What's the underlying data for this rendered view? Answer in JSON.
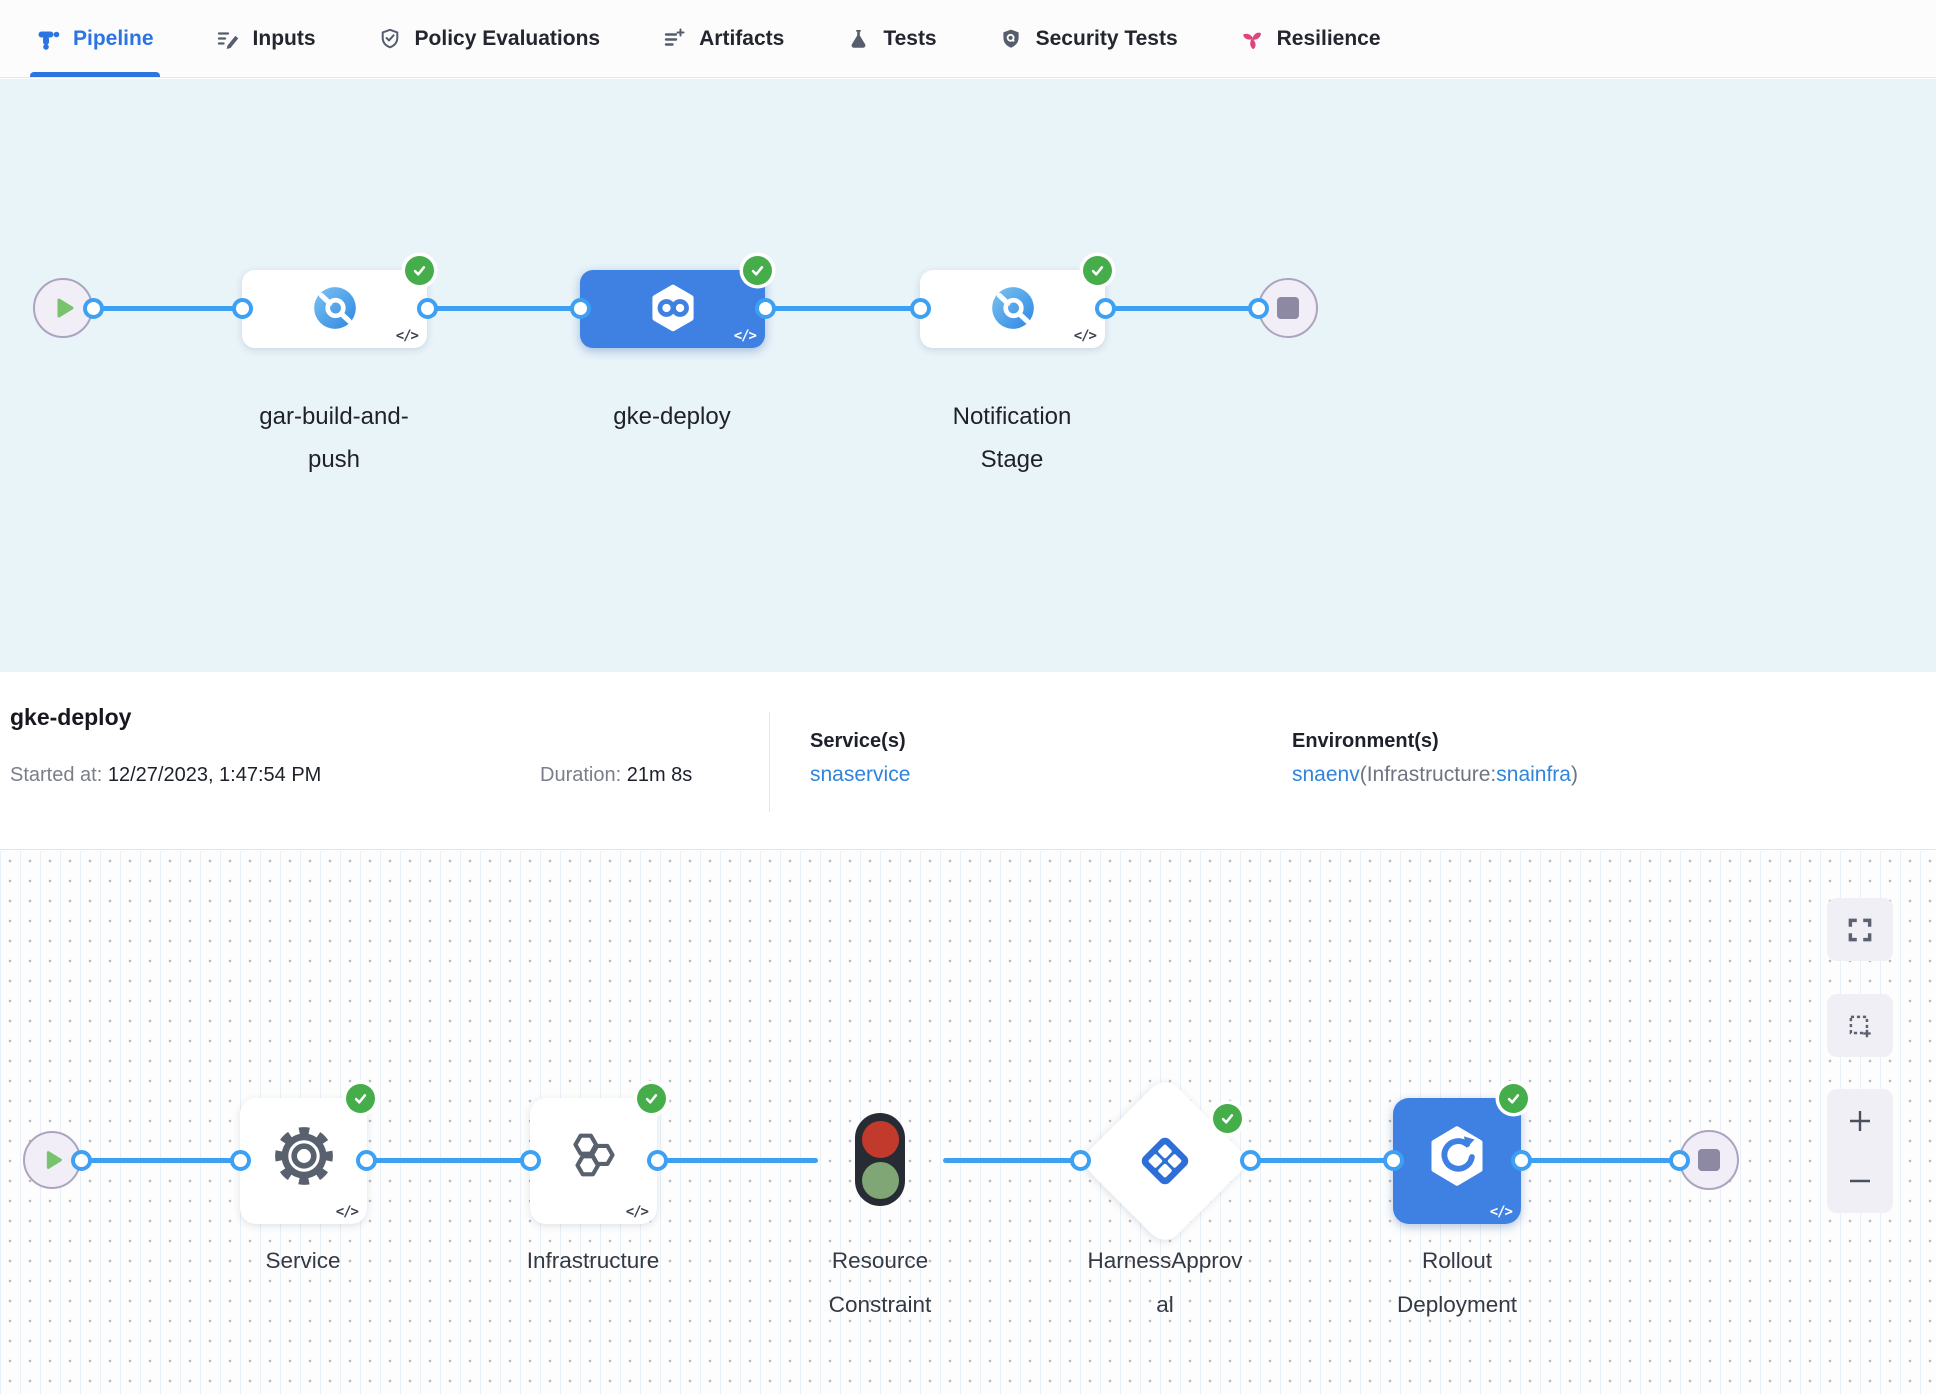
{
  "tab_bar": {
    "tabs": [
      {
        "label": "Pipeline",
        "icon": "pipeline-icon",
        "active": true
      },
      {
        "label": "Inputs",
        "icon": "inputs-icon",
        "active": false
      },
      {
        "label": "Policy Evaluations",
        "icon": "policy-evaluations-icon",
        "active": false
      },
      {
        "label": "Artifacts",
        "icon": "artifacts-icon",
        "active": false
      },
      {
        "label": "Tests",
        "icon": "tests-icon",
        "active": false
      },
      {
        "label": "Security Tests",
        "icon": "security-tests-icon",
        "active": false
      },
      {
        "label": "Resilience",
        "icon": "resilience-icon",
        "active": false
      }
    ]
  },
  "stage_pipeline": {
    "stages": [
      {
        "name": "gar-build-and-push",
        "label_line1": "gar-build-and-",
        "label_line2": "push",
        "icon": "build-stage-icon",
        "status": "success",
        "selected": false
      },
      {
        "name": "gke-deploy",
        "label_line1": "gke-deploy",
        "label_line2": "",
        "icon": "deploy-stage-icon",
        "status": "success",
        "selected": true
      },
      {
        "name": "Notification Stage",
        "label_line1": "Notification",
        "label_line2": "Stage",
        "icon": "custom-stage-icon",
        "status": "success",
        "selected": false
      }
    ]
  },
  "details_bar": {
    "title": "gke-deploy",
    "started_label": "Started at:",
    "started_value": "12/27/2023, 1:47:54 PM",
    "duration_label": "Duration:",
    "duration_value": "21m 8s",
    "services_label": "Service(s)",
    "services_value": "snaservice",
    "environments_label": "Environment(s)",
    "environment_link": "snaenv",
    "environment_infra_prefix": "(Infrastructure:",
    "environment_infra_link": "snainfra",
    "environment_suffix": ")"
  },
  "execution_graph": {
    "steps": [
      {
        "name": "Service",
        "label_line1": "Service",
        "label_line2": "",
        "icon": "gear-icon",
        "status": "success"
      },
      {
        "name": "Infrastructure",
        "label_line1": "Infrastructure",
        "label_line2": "",
        "icon": "hexagons-icon",
        "status": "success"
      },
      {
        "name": "Resource Constraint",
        "label_line1": "Resource",
        "label_line2": "Constraint",
        "icon": "traffic-light-icon",
        "status": "none"
      },
      {
        "name": "HarnessApproval",
        "label_line1": "HarnessApprov",
        "label_line2": "al",
        "icon": "approval-icon",
        "status": "success"
      },
      {
        "name": "Rollout Deployment",
        "label_line1": "Rollout",
        "label_line2": "Deployment",
        "icon": "rollout-icon",
        "status": "success"
      }
    ]
  },
  "glyphs": {
    "code": "</>"
  },
  "colors": {
    "accent_blue": "#2b74e2",
    "connector_blue": "#3da0f2",
    "success_green": "#45ad49",
    "stage_card_blue": "#3f80e3",
    "resilience_pink": "#e0447f",
    "stage_canvas_bg": "#e9f4f9",
    "link_blue": "#2f84dc"
  }
}
